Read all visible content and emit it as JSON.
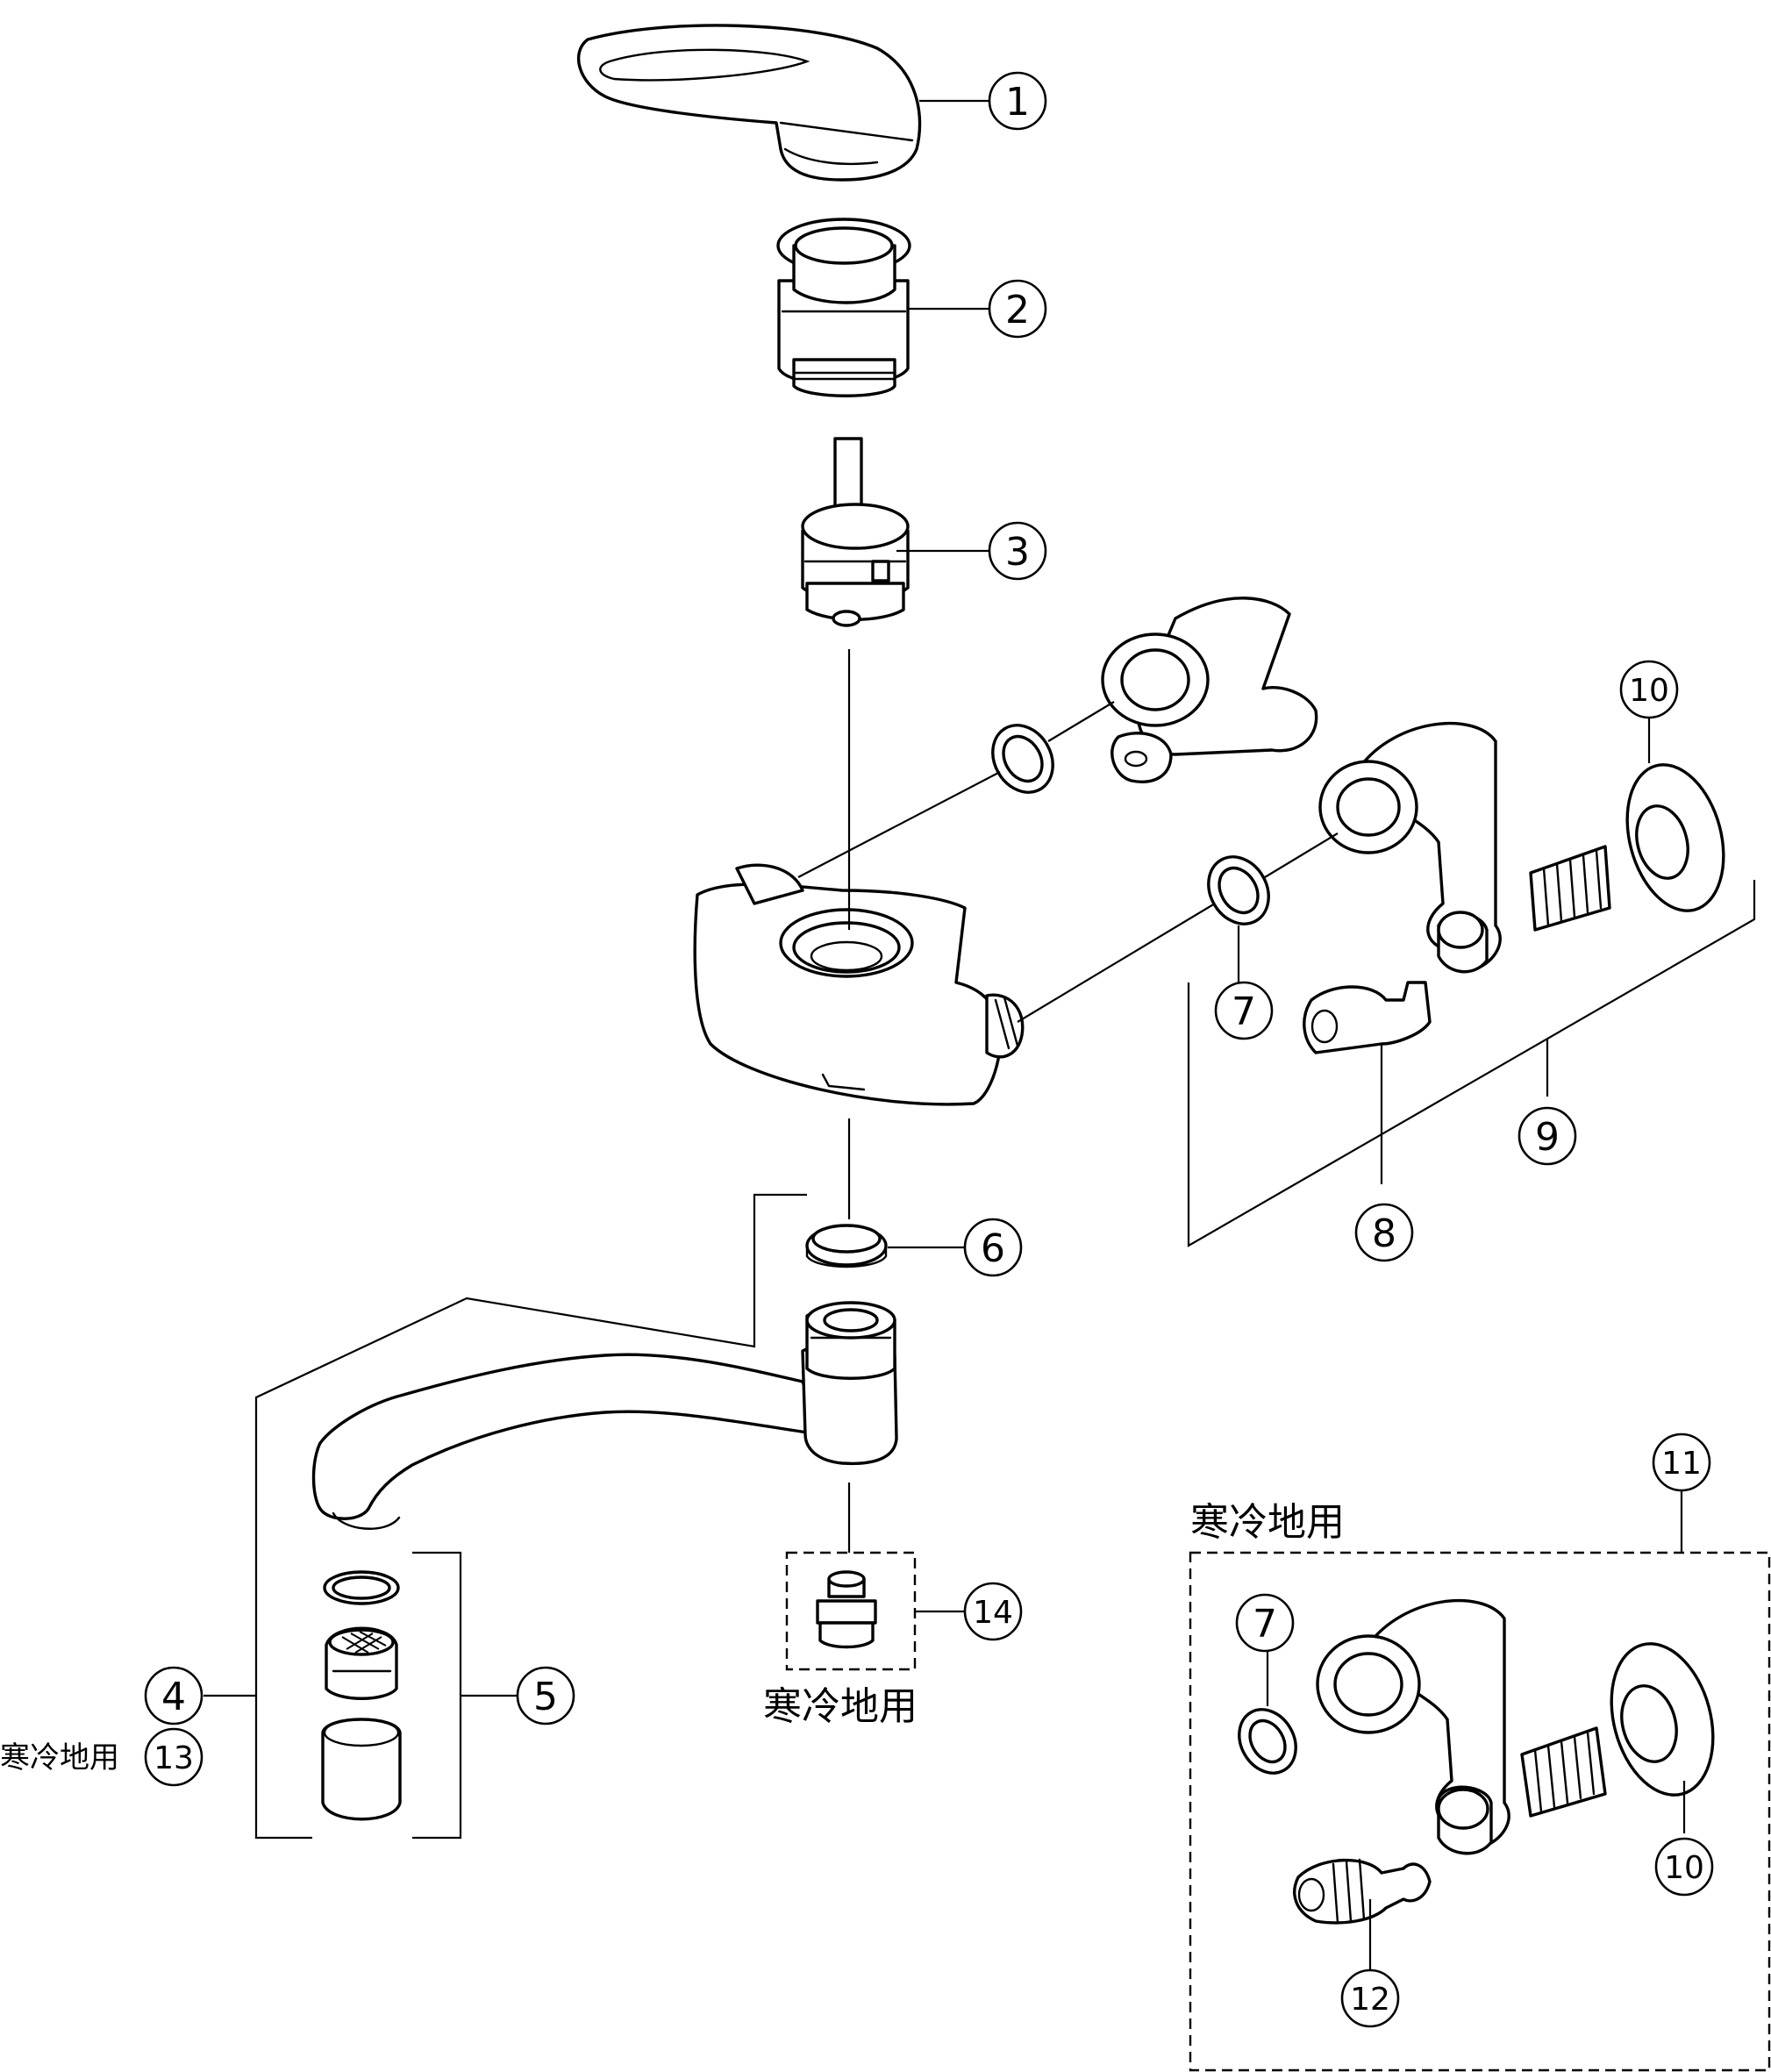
{
  "callouts": [
    {
      "id": "1",
      "label": "1"
    },
    {
      "id": "2",
      "label": "2"
    },
    {
      "id": "3",
      "label": "3"
    },
    {
      "id": "4",
      "label": "4"
    },
    {
      "id": "5",
      "label": "5"
    },
    {
      "id": "6",
      "label": "6"
    },
    {
      "id": "7a",
      "label": "7"
    },
    {
      "id": "7b",
      "label": "7"
    },
    {
      "id": "8",
      "label": "8"
    },
    {
      "id": "9",
      "label": "9"
    },
    {
      "id": "10a",
      "label": "10"
    },
    {
      "id": "10b",
      "label": "10"
    },
    {
      "id": "11",
      "label": "11"
    },
    {
      "id": "12",
      "label": "12"
    },
    {
      "id": "13",
      "label": "13"
    },
    {
      "id": "14",
      "label": "14"
    }
  ],
  "labels": {
    "cold_region_14": "寒冷地用",
    "cold_region_11": "寒冷地用",
    "cold_region_13": "寒冷地用"
  }
}
